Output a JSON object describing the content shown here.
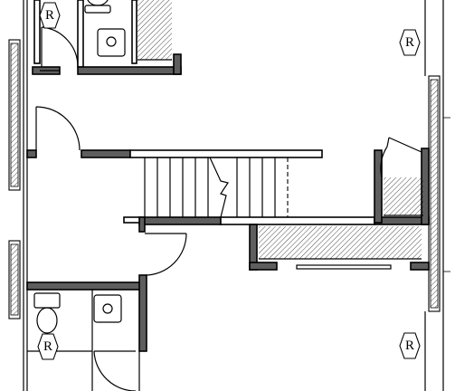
{
  "drawing": {
    "room_tags": [
      {
        "label": "R"
      },
      {
        "label": "R"
      },
      {
        "label": "R"
      },
      {
        "label": "R"
      }
    ]
  }
}
